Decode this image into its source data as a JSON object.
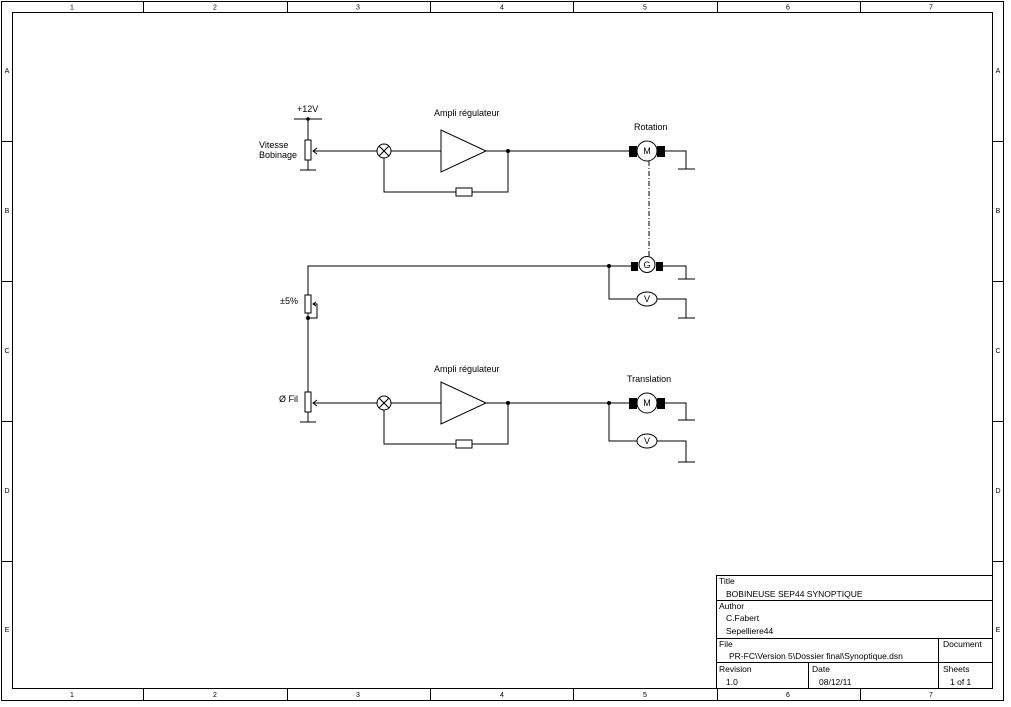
{
  "frame": {
    "columns": [
      "1",
      "2",
      "3",
      "4",
      "5",
      "6",
      "7"
    ],
    "rows": [
      "A",
      "B",
      "C",
      "D",
      "E"
    ]
  },
  "labels": {
    "supply": "+12V",
    "speed_pot": [
      "Vitesse",
      "Bobinage"
    ],
    "amp_top": "Ampli régulateur",
    "amp_bottom": "Ampli régulateur",
    "rotation": "Rotation",
    "translation": "Translation",
    "trim": "±5%",
    "wire_dia": "Ø Fil",
    "motor": "M",
    "generator": "G",
    "voltmeter": "V"
  },
  "title_block": {
    "title_label": "Title",
    "title_value": "BOBINEUSE SEP44  SYNOPTIQUE",
    "author_label": "Author",
    "author_line1": "C.Fabert",
    "author_line2": "Sepelliere44",
    "file_label": "File",
    "file_value": "PR-FC\\Version 5\\Dossier final\\Synoptique.dsn",
    "document_label": "Document",
    "revision_label": "Revision",
    "revision_value": "1.0",
    "date_label": "Date",
    "date_value": "08/12/11",
    "sheets_label": "Sheets",
    "sheets_value": "1 of 1"
  }
}
